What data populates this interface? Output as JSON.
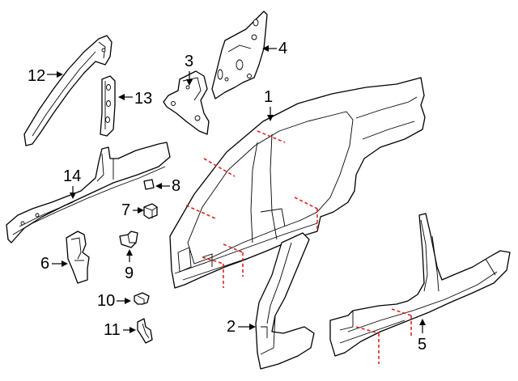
{
  "callouts": {
    "c1": "1",
    "c2": "2",
    "c3": "3",
    "c4": "4",
    "c5": "5",
    "c6": "6",
    "c7": "7",
    "c8": "8",
    "c9": "9",
    "c10": "10",
    "c11": "11",
    "c12": "12",
    "c13": "13",
    "c14": "14"
  },
  "colors": {
    "outline": "#000000",
    "cut_line": "#e0221e",
    "background": "#ffffff"
  }
}
